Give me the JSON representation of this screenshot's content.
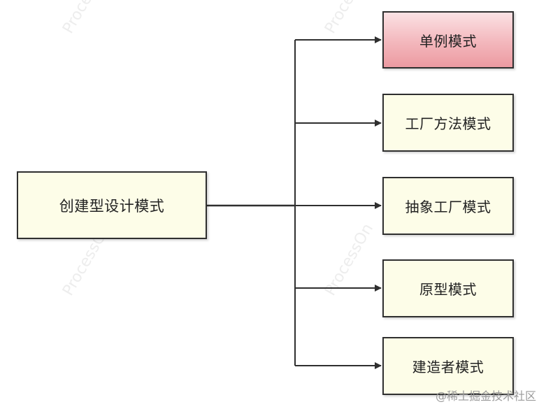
{
  "diagram": {
    "root": {
      "label": "创建型设计模式"
    },
    "children": [
      {
        "label": "单例模式",
        "highlighted": true
      },
      {
        "label": "工厂方法模式",
        "highlighted": false
      },
      {
        "label": "抽象工厂模式",
        "highlighted": false
      },
      {
        "label": "原型模式",
        "highlighted": false
      },
      {
        "label": "建造者模式",
        "highlighted": false
      }
    ]
  },
  "watermark": {
    "text": "ProcessOn"
  },
  "credit": {
    "text": "@稀土掘金技术社区"
  },
  "colors": {
    "node_fill": "#fdfde8",
    "highlight_fill": "#f3b7bc",
    "stroke": "#2f2f2f"
  }
}
